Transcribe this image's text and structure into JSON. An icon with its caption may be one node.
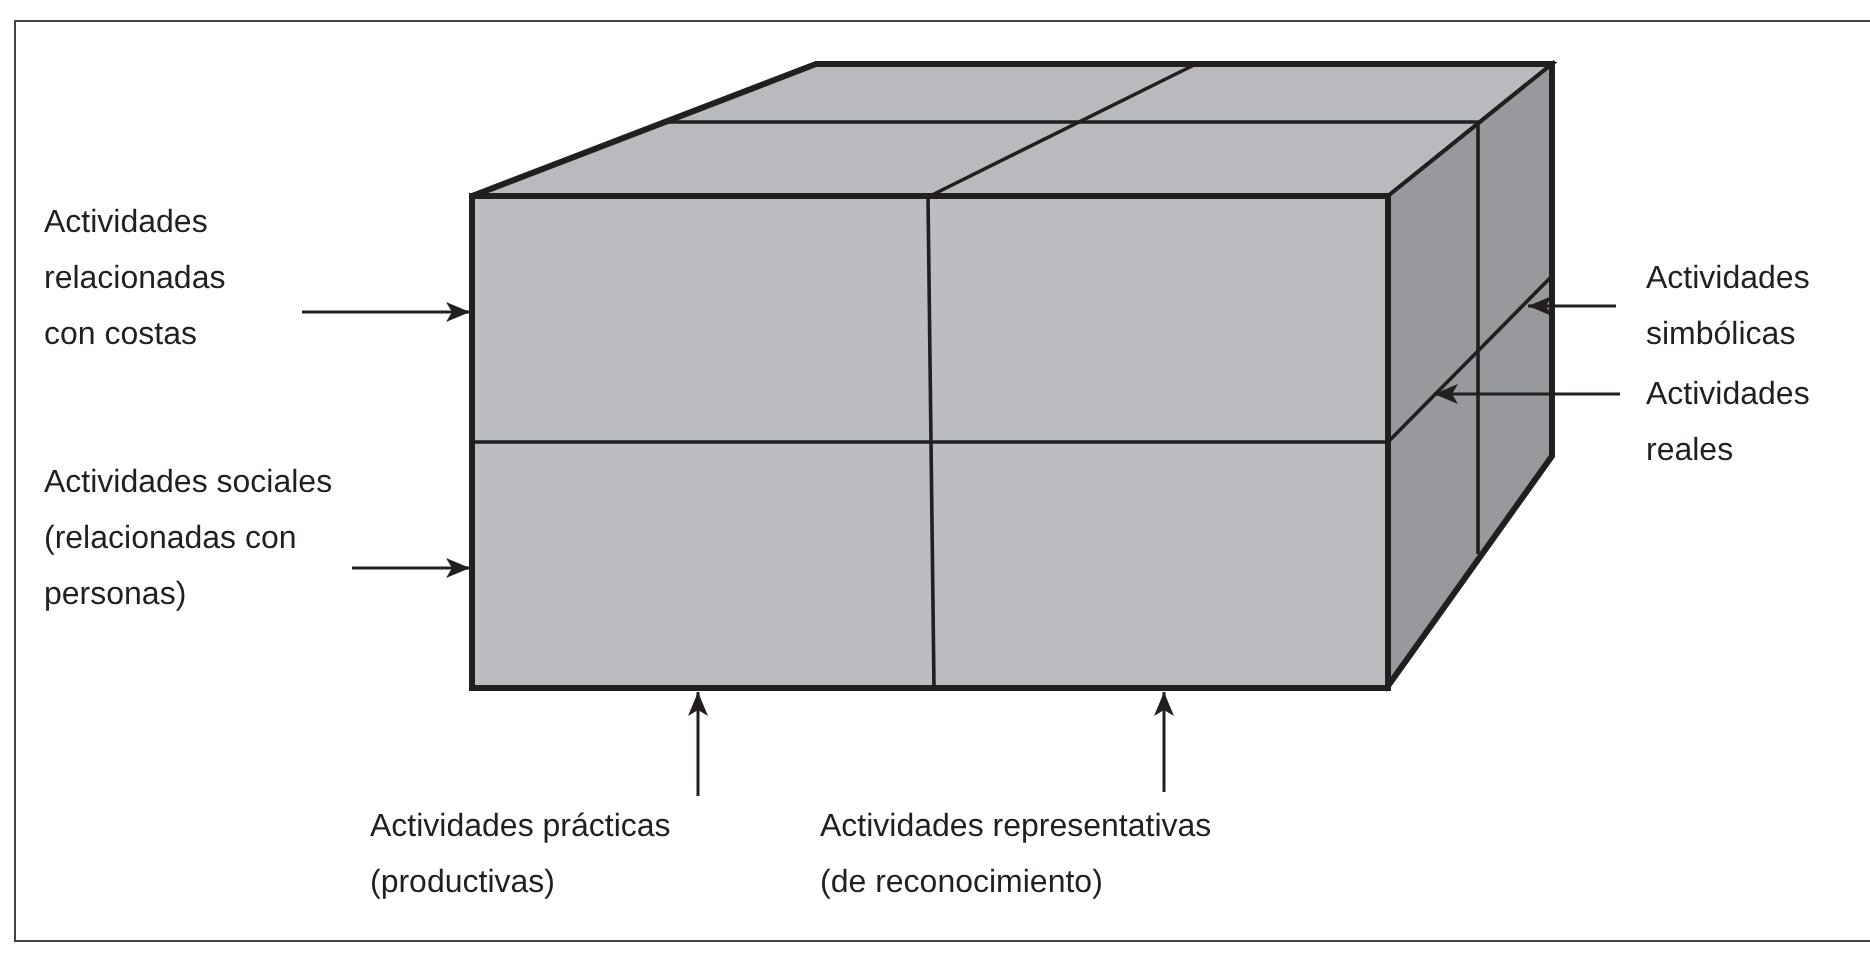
{
  "diagram": {
    "nodes": [
      {
        "text": [
          "Actividades relacionadas con costas"
        ]
      },
      {
        "text": [
          "Actividades sociales (relacionadas con personas)"
        ]
      },
      {
        "text": [
          "Actividades prácticas (productivas)"
        ]
      },
      {
        "text": [
          "Actividades representativas (de reconocimiento)"
        ]
      },
      {
        "text": [
          "Actividades simbólicas"
        ]
      },
      {
        "text": [
          "Actividades reales"
        ]
      },
      {
        "text": [],
        "shape": "box"
      }
    ],
    "edges": [
      {
        "from": 0,
        "to": 6,
        "arrow": "to"
      },
      {
        "from": 1,
        "to": 6,
        "arrow": "to"
      },
      {
        "from": 2,
        "to": 6,
        "arrow": "to"
      },
      {
        "from": 3,
        "to": 6,
        "arrow": "to"
      },
      {
        "from": 4,
        "to": 6,
        "arrow": "to"
      },
      {
        "from": 5,
        "to": 6,
        "arrow": "to"
      }
    ]
  }
}
